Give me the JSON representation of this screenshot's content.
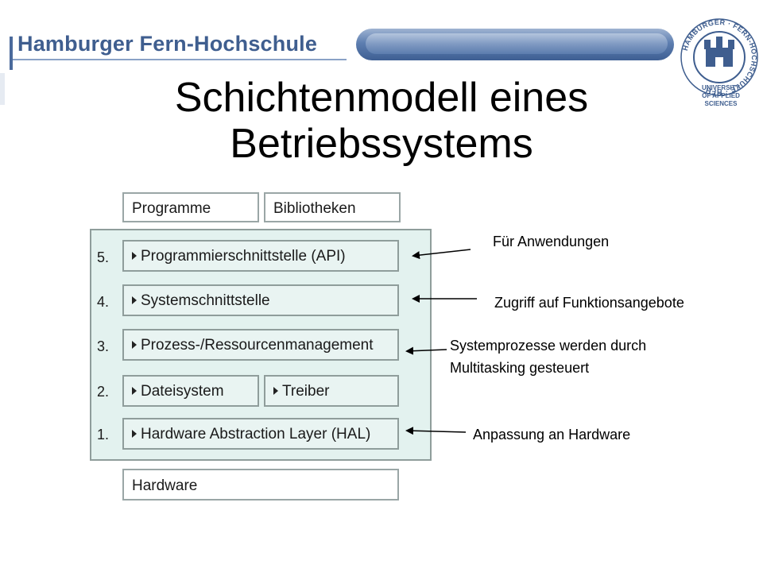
{
  "header": {
    "brand_name": "Hamburger Fern-Hochschule",
    "logo_ring_text": "HAMBURGER · FERN-HOCHSCHULE · HFH",
    "logo_abbr": "HFH",
    "logo_caption_1": "UNIVERSITY",
    "logo_caption_2": "OF APPLIED SCIENCES",
    "accent_color": "#3f5e8f"
  },
  "slide": {
    "title": "Schichtenmodell eines Betriebssystems"
  },
  "diagram": {
    "top_boxes": [
      "Programme",
      "Bibliotheken"
    ],
    "layers": [
      {
        "number": "5.",
        "label": "Programmierschnittstelle (API)"
      },
      {
        "number": "4.",
        "label": "Systemschnittstelle"
      },
      {
        "number": "3.",
        "label": "Prozess-/Ressourcenmanagement"
      },
      {
        "number": "2.",
        "label": "Dateisystem",
        "label2": "Treiber"
      },
      {
        "number": "1.",
        "label": "Hardware Abstraction Layer (HAL)"
      }
    ],
    "bottom_box": "Hardware"
  },
  "annotations": [
    "Für Anwendungen",
    "Zugriff auf Funktionsangebote",
    "Systemprozesse werden durch",
    "Multitasking gesteuert",
    "Anpassung an Hardware"
  ]
}
